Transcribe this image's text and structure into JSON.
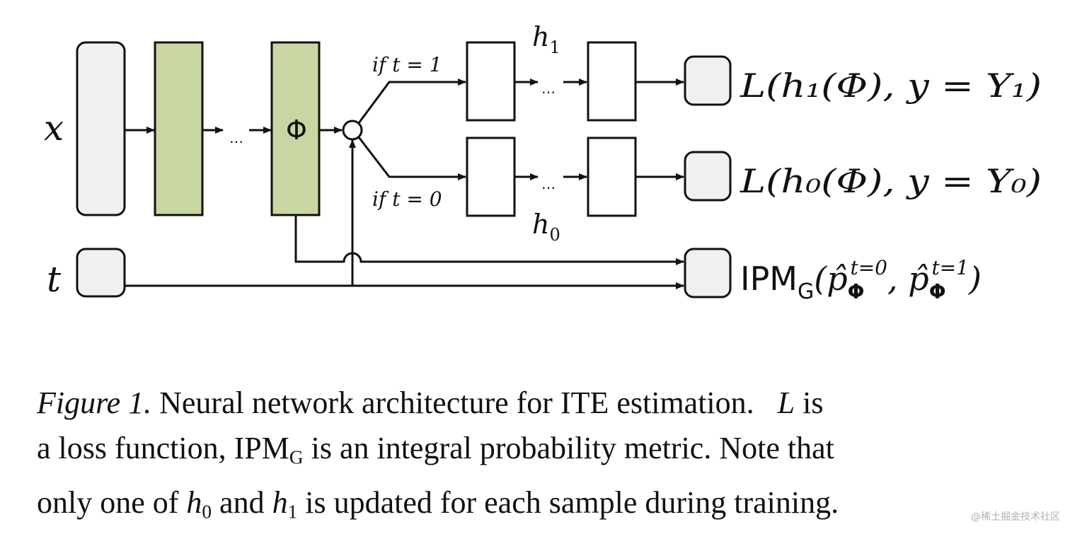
{
  "diagram": {
    "input_x": "x",
    "input_t": "t",
    "phi_label": "Φ",
    "ellipsis": "…",
    "branch_top_label": "if t = 1",
    "branch_bottom_label": "if t = 0",
    "head1_label": "h",
    "head1_sub": "1",
    "head0_label": "h",
    "head0_sub": "0",
    "loss_top": "L(h₁(Φ), y = Y₁)",
    "loss_bottom": "L(h₀(Φ), y = Y₀)",
    "ipm_prefix": "IPM",
    "ipm_sub": "G",
    "ipm_args": "(p̂Φt=0, p̂Φt=1)",
    "colors": {
      "input_fill": "#f0f0f0",
      "hidden_fill": "#c8d6a1",
      "stroke": "#111111"
    }
  },
  "caption": {
    "figure_label": "Figure 1.",
    "line1": "Neural network architecture for ITE estimation.",
    "line1_var": "L",
    "line1_end": "is",
    "line2_a": "a loss function, IPM",
    "line2_sub": "G",
    "line2_b": "is an integral probability metric. Note that",
    "line3_a": "only one of",
    "line3_h0": "h",
    "line3_h0_sub": "0",
    "line3_and": "and",
    "line3_h1": "h",
    "line3_h1_sub": "1",
    "line3_b": "is updated for each sample during training."
  },
  "watermark": "@稀土掘金技术社区"
}
